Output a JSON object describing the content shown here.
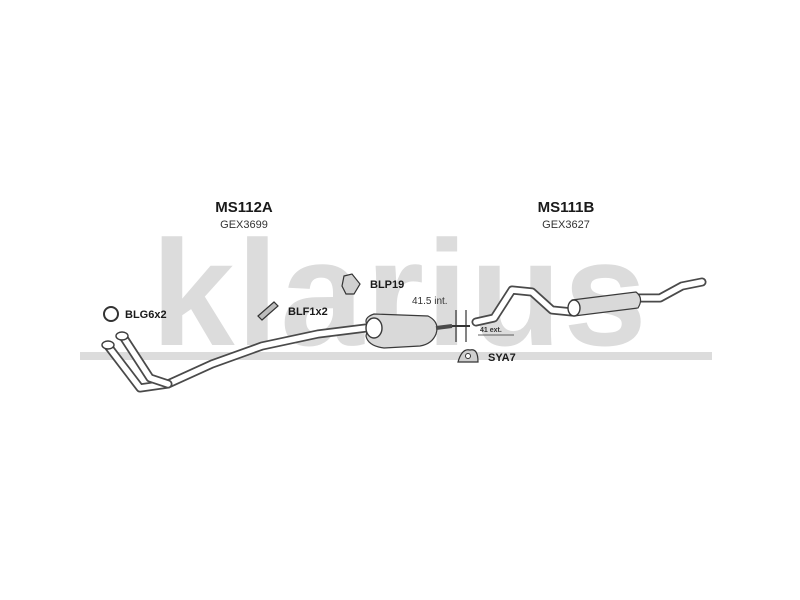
{
  "watermark": {
    "text": "klarius",
    "color": "#dcdcdc"
  },
  "sections": [
    {
      "code": "MS112A",
      "ref": "GEX3699"
    },
    {
      "code": "MS111B",
      "ref": "GEX3627"
    }
  ],
  "fittings": {
    "gasket": "BLG6x2",
    "flange": "BLF1x2",
    "clamp": "BLP19",
    "mount": "SYA7"
  },
  "dimensions": {
    "internal": "41.5 int.",
    "external": "41 ext."
  }
}
